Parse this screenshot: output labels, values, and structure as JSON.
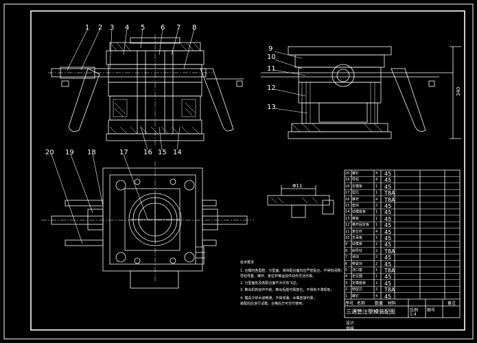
{
  "part_numbers_top": [
    "1",
    "2",
    "3",
    "4",
    "5",
    "6",
    "7",
    "8"
  ],
  "part_numbers_bottom": [
    "16",
    "15",
    "14"
  ],
  "part_numbers_right": [
    "9",
    "10",
    "11",
    "12",
    "13"
  ],
  "part_numbers_plan": [
    "20",
    "19",
    "18",
    "17"
  ],
  "dimension_height": "340",
  "dimension_part": "Φ11",
  "notes": {
    "heading": "技术要求",
    "lines": [
      "1. 合模时各型腔、分型面、滑块配合面均应严密贴合，不得有间隙；",
      "   导柱导套、推杆、复位杆等运动件动作灵活可靠；",
      "2. 分型面处及各配合面不允许有飞边；",
      "3. 推出机构动作平稳，推出后能可靠复位，不得有卡滞现象；",
      "4. 模具冷却水道畅通，不得渗漏，水嘴连接可靠；",
      "   装配后应进行试模，合格后方可交付使用。"
    ]
  },
  "bom": {
    "rows": [
      {
        "no": "20",
        "name": "螺钉",
        "qty": "4",
        "mat": "45",
        "std": "",
        "note": ""
      },
      {
        "no": "19",
        "name": "导柱",
        "qty": "4",
        "mat": "45",
        "std": "",
        "note": ""
      },
      {
        "no": "18",
        "name": "定模板",
        "qty": "1",
        "mat": "45",
        "std": "",
        "note": ""
      },
      {
        "no": "17",
        "name": "型芯",
        "qty": "1",
        "mat": "T8A",
        "std": "",
        "note": ""
      },
      {
        "no": "16",
        "name": "推杆",
        "qty": "4",
        "mat": "T8A",
        "std": "",
        "note": ""
      },
      {
        "no": "15",
        "name": "垫块",
        "qty": "2",
        "mat": "45",
        "std": "",
        "note": ""
      },
      {
        "no": "14",
        "name": "动模座板",
        "qty": "1",
        "mat": "45",
        "std": "",
        "note": ""
      },
      {
        "no": "13",
        "name": "推板",
        "qty": "1",
        "mat": "45",
        "std": "",
        "note": ""
      },
      {
        "no": "12",
        "name": "推杆固定板",
        "qty": "1",
        "mat": "45",
        "std": "",
        "note": ""
      },
      {
        "no": "11",
        "name": "复位杆",
        "qty": "4",
        "mat": "45",
        "std": "",
        "note": ""
      },
      {
        "no": "10",
        "name": "支承板",
        "qty": "1",
        "mat": "45",
        "std": "",
        "note": ""
      },
      {
        "no": "9",
        "name": "动模板",
        "qty": "1",
        "mat": "45",
        "std": "",
        "note": ""
      },
      {
        "no": "8",
        "name": "斜导柱",
        "qty": "2",
        "mat": "T8A",
        "std": "",
        "note": ""
      },
      {
        "no": "7",
        "name": "滑块",
        "qty": "2",
        "mat": "45",
        "std": "",
        "note": ""
      },
      {
        "no": "6",
        "name": "楔紧块",
        "qty": "2",
        "mat": "45",
        "std": "",
        "note": ""
      },
      {
        "no": "5",
        "name": "浇口套",
        "qty": "1",
        "mat": "T8A",
        "std": "",
        "note": ""
      },
      {
        "no": "4",
        "name": "定位圈",
        "qty": "1",
        "mat": "45",
        "std": "",
        "note": ""
      },
      {
        "no": "3",
        "name": "定模座板",
        "qty": "1",
        "mat": "45",
        "std": "",
        "note": ""
      },
      {
        "no": "2",
        "name": "侧型芯",
        "qty": "2",
        "mat": "T8A",
        "std": "",
        "note": ""
      },
      {
        "no": "1",
        "name": "螺钉",
        "qty": "4",
        "mat": "45",
        "std": "",
        "note": ""
      }
    ],
    "header": {
      "no": "序号",
      "name": "名称",
      "qty": "数量",
      "mat": "材料",
      "note": "备注"
    },
    "title": "三通管注塑模装配图",
    "scale_label": "比例",
    "scale_value": "1:4",
    "sheet_label": "图号",
    "design_label": "设计",
    "check_label": "审核"
  }
}
